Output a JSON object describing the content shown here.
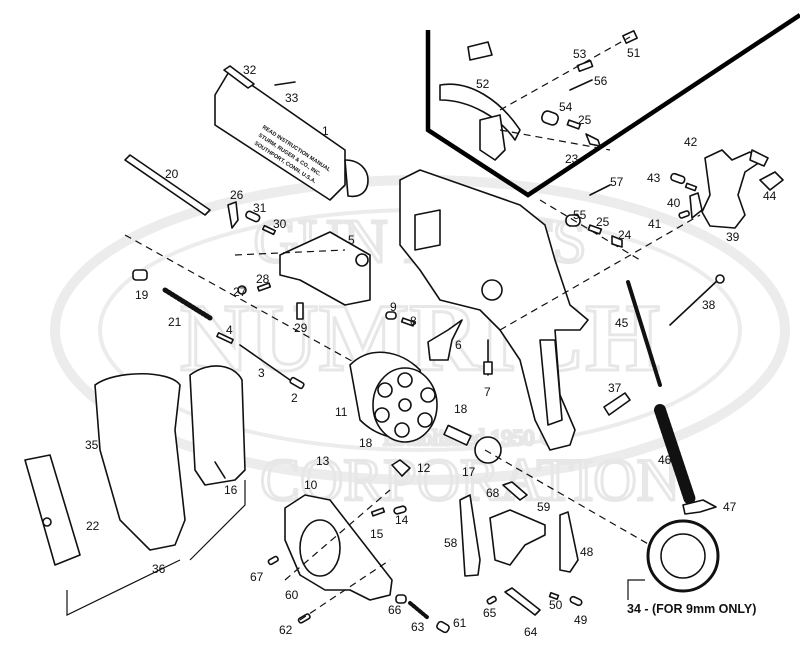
{
  "diagram": {
    "subject": "Revolver exploded parts diagram",
    "barrel_stamp": [
      "READ INSTRUCTION MANUAL",
      "STURM, RUGER & CO., INC.",
      "SOUTHPORT, CONN. U.S.A."
    ],
    "watermark": {
      "top": "GUN PARTS",
      "middle": "NUMRICH",
      "bottom": "CORPORATION",
      "established": "Established 1950 ®"
    },
    "note_34": "34 - (FOR 9mm ONLY)",
    "parts": [
      {
        "id": "1",
        "label": "1"
      },
      {
        "id": "2",
        "label": "2"
      },
      {
        "id": "3",
        "label": "3"
      },
      {
        "id": "4",
        "label": "4"
      },
      {
        "id": "5",
        "label": "5"
      },
      {
        "id": "6",
        "label": "6"
      },
      {
        "id": "7",
        "label": "7"
      },
      {
        "id": "8",
        "label": "8"
      },
      {
        "id": "9",
        "label": "9"
      },
      {
        "id": "10",
        "label": "10"
      },
      {
        "id": "11",
        "label": "11"
      },
      {
        "id": "12",
        "label": "12"
      },
      {
        "id": "13",
        "label": "13"
      },
      {
        "id": "14",
        "label": "14"
      },
      {
        "id": "15",
        "label": "15"
      },
      {
        "id": "16",
        "label": "16"
      },
      {
        "id": "17",
        "label": "17"
      },
      {
        "id": "18a",
        "label": "18"
      },
      {
        "id": "18b",
        "label": "18"
      },
      {
        "id": "19",
        "label": "19"
      },
      {
        "id": "20",
        "label": "20"
      },
      {
        "id": "21",
        "label": "21"
      },
      {
        "id": "22",
        "label": "22"
      },
      {
        "id": "23",
        "label": "23"
      },
      {
        "id": "24",
        "label": "24"
      },
      {
        "id": "25a",
        "label": "25"
      },
      {
        "id": "25b",
        "label": "25"
      },
      {
        "id": "26",
        "label": "26"
      },
      {
        "id": "27",
        "label": "27"
      },
      {
        "id": "28",
        "label": "28"
      },
      {
        "id": "29",
        "label": "29"
      },
      {
        "id": "30",
        "label": "30"
      },
      {
        "id": "31",
        "label": "31"
      },
      {
        "id": "32",
        "label": "32"
      },
      {
        "id": "33",
        "label": "33"
      },
      {
        "id": "35",
        "label": "35"
      },
      {
        "id": "36",
        "label": "36"
      },
      {
        "id": "37",
        "label": "37"
      },
      {
        "id": "38",
        "label": "38"
      },
      {
        "id": "39",
        "label": "39"
      },
      {
        "id": "40",
        "label": "40"
      },
      {
        "id": "41",
        "label": "41"
      },
      {
        "id": "42",
        "label": "42"
      },
      {
        "id": "43",
        "label": "43"
      },
      {
        "id": "44",
        "label": "44"
      },
      {
        "id": "45",
        "label": "45"
      },
      {
        "id": "46",
        "label": "46"
      },
      {
        "id": "47",
        "label": "47"
      },
      {
        "id": "48",
        "label": "48"
      },
      {
        "id": "49",
        "label": "49"
      },
      {
        "id": "50",
        "label": "50"
      },
      {
        "id": "51",
        "label": "51"
      },
      {
        "id": "52",
        "label": "52"
      },
      {
        "id": "53",
        "label": "53"
      },
      {
        "id": "54",
        "label": "54"
      },
      {
        "id": "55",
        "label": "55"
      },
      {
        "id": "56",
        "label": "56"
      },
      {
        "id": "57",
        "label": "57"
      },
      {
        "id": "58",
        "label": "58"
      },
      {
        "id": "59",
        "label": "59"
      },
      {
        "id": "60",
        "label": "60"
      },
      {
        "id": "61",
        "label": "61"
      },
      {
        "id": "62",
        "label": "62"
      },
      {
        "id": "63",
        "label": "63"
      },
      {
        "id": "64",
        "label": "64"
      },
      {
        "id": "65",
        "label": "65"
      },
      {
        "id": "66",
        "label": "66"
      },
      {
        "id": "67",
        "label": "67"
      },
      {
        "id": "68",
        "label": "68"
      }
    ]
  }
}
